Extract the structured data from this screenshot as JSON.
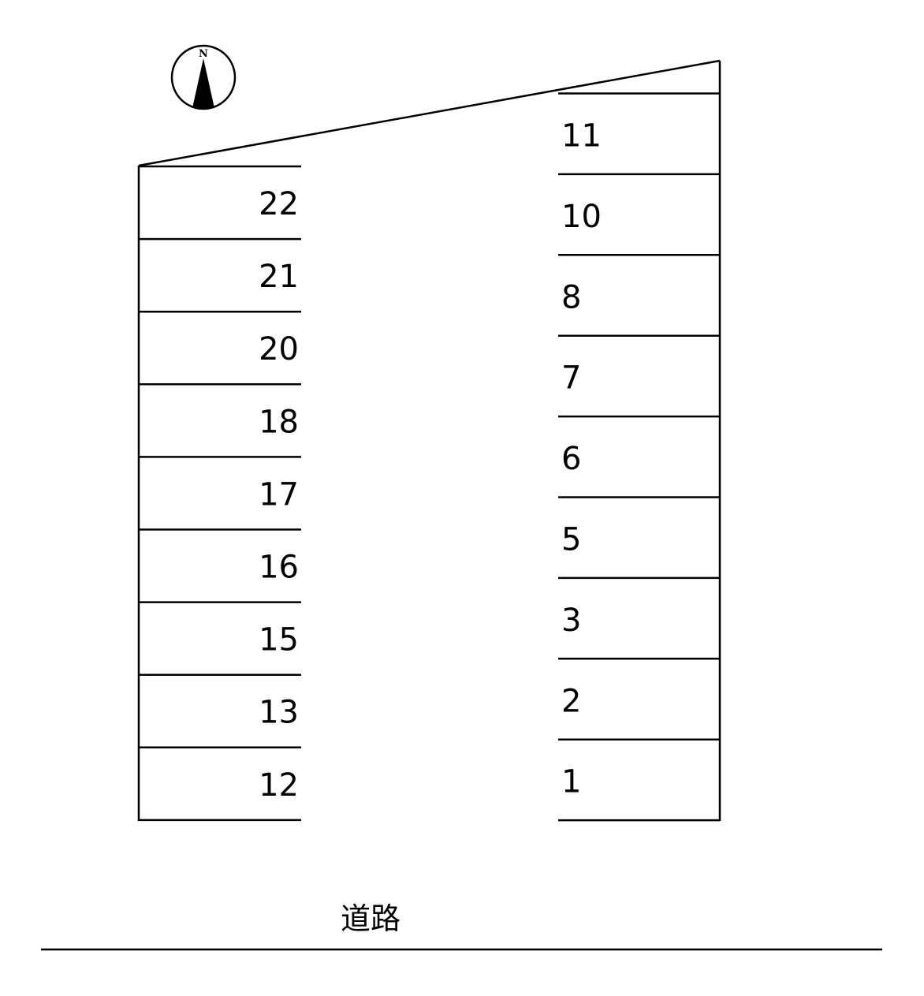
{
  "compass": {
    "label": "N"
  },
  "left_spaces": [
    "22",
    "21",
    "20",
    "18",
    "17",
    "16",
    "15",
    "13",
    "12"
  ],
  "right_spaces": [
    "11",
    "10",
    "8",
    "7",
    "6",
    "5",
    "3",
    "2",
    "1"
  ],
  "road_label": "道路",
  "colors": {
    "line": "#000000",
    "background": "#ffffff"
  }
}
